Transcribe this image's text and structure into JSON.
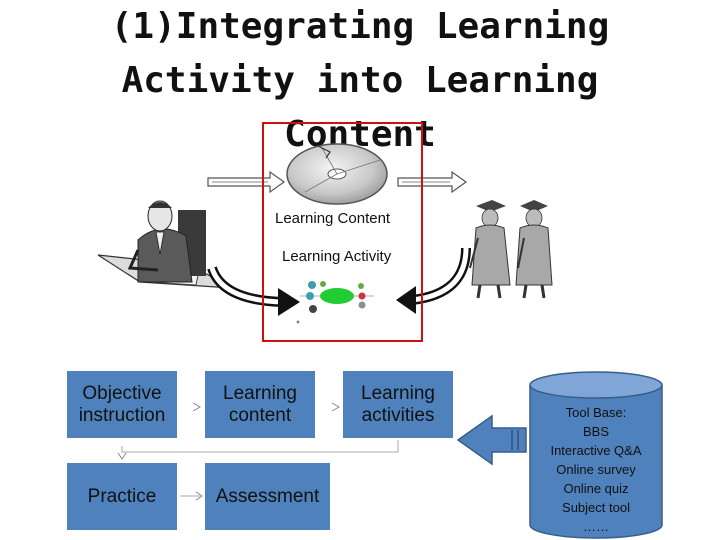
{
  "title": {
    "line1": "(1)Integrating Learning",
    "line2": "Activity into Learning",
    "line3": "Content"
  },
  "illustration": {
    "content_label": "Learning Content",
    "activity_label": "Learning Activity"
  },
  "flow": {
    "objective": "Objective instruction",
    "learning_content": "Learning content",
    "learning_activities": "Learning activities",
    "practice": "Practice",
    "assessment": "Assessment"
  },
  "tool_base": {
    "heading": "Tool Base:",
    "items": [
      "BBS",
      "Interactive Q&A",
      "Online survey",
      "Online quiz",
      "Subject tool",
      "……"
    ]
  },
  "colors": {
    "box_fill": "#4f81bd",
    "cylinder_fill": "#4f81bd",
    "highlight_border": "#d01010",
    "arrow_fill": "#4f81bd"
  }
}
